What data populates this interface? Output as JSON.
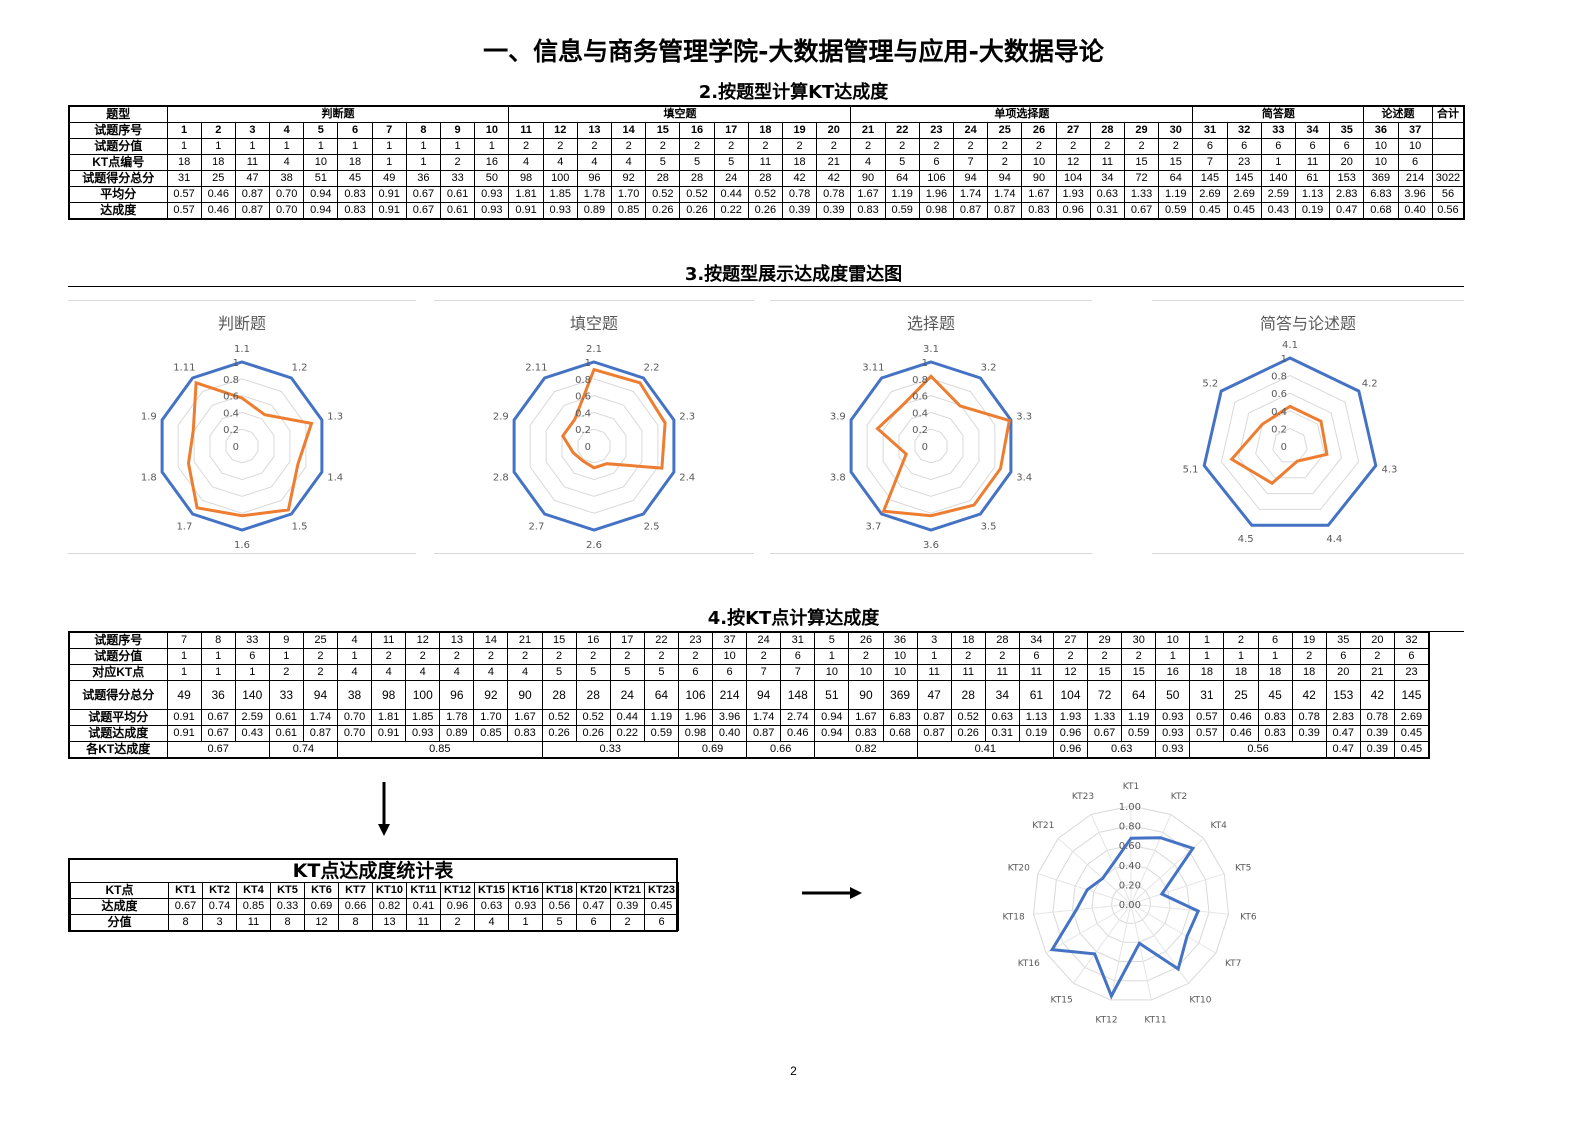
{
  "page": {
    "title": "一、信息与商务管理学院-大数据管理与应用-大数据导论",
    "page_number": "2"
  },
  "section2": {
    "title": "2.按题型计算KT达成度",
    "type_label": "题型",
    "types": [
      {
        "name": "判断题",
        "span": 10
      },
      {
        "name": "填空题",
        "span": 10
      },
      {
        "name": "单项选择题",
        "span": 10
      },
      {
        "name": "简答题",
        "span": 5
      },
      {
        "name": "论述题",
        "span": 2
      },
      {
        "name": "合计",
        "span": 1
      }
    ],
    "rows": [
      {
        "label": "试题序号",
        "bold": true,
        "values": [
          "1",
          "2",
          "3",
          "4",
          "5",
          "6",
          "7",
          "8",
          "9",
          "10",
          "11",
          "12",
          "13",
          "14",
          "15",
          "16",
          "17",
          "18",
          "19",
          "20",
          "21",
          "22",
          "23",
          "24",
          "25",
          "26",
          "27",
          "28",
          "29",
          "30",
          "31",
          "32",
          "33",
          "34",
          "35",
          "36",
          "37",
          ""
        ]
      },
      {
        "label": "试题分值",
        "values": [
          "1",
          "1",
          "1",
          "1",
          "1",
          "1",
          "1",
          "1",
          "1",
          "1",
          "2",
          "2",
          "2",
          "2",
          "2",
          "2",
          "2",
          "2",
          "2",
          "2",
          "2",
          "2",
          "2",
          "2",
          "2",
          "2",
          "2",
          "2",
          "2",
          "2",
          "6",
          "6",
          "6",
          "6",
          "6",
          "10",
          "10",
          ""
        ]
      },
      {
        "label": "KT点编号",
        "values": [
          "18",
          "18",
          "11",
          "4",
          "10",
          "18",
          "1",
          "1",
          "2",
          "16",
          "4",
          "4",
          "4",
          "4",
          "5",
          "5",
          "5",
          "11",
          "18",
          "21",
          "4",
          "5",
          "6",
          "7",
          "2",
          "10",
          "12",
          "11",
          "15",
          "15",
          "7",
          "23",
          "1",
          "11",
          "20",
          "10",
          "6",
          ""
        ]
      },
      {
        "label": "试题得分总分",
        "values": [
          "31",
          "25",
          "47",
          "38",
          "51",
          "45",
          "49",
          "36",
          "33",
          "50",
          "98",
          "100",
          "96",
          "92",
          "28",
          "28",
          "24",
          "28",
          "42",
          "42",
          "90",
          "64",
          "106",
          "94",
          "94",
          "90",
          "104",
          "34",
          "72",
          "64",
          "145",
          "145",
          "140",
          "61",
          "153",
          "369",
          "214",
          "3022"
        ]
      },
      {
        "label": "平均分",
        "values": [
          "0.57",
          "0.46",
          "0.87",
          "0.70",
          "0.94",
          "0.83",
          "0.91",
          "0.67",
          "0.61",
          "0.93",
          "1.81",
          "1.85",
          "1.78",
          "1.70",
          "0.52",
          "0.52",
          "0.44",
          "0.52",
          "0.78",
          "0.78",
          "1.67",
          "1.19",
          "1.96",
          "1.74",
          "1.74",
          "1.67",
          "1.93",
          "0.63",
          "1.33",
          "1.19",
          "2.69",
          "2.69",
          "2.59",
          "1.13",
          "2.83",
          "6.83",
          "3.96",
          "56"
        ]
      },
      {
        "label": "达成度",
        "values": [
          "0.57",
          "0.46",
          "0.87",
          "0.70",
          "0.94",
          "0.83",
          "0.91",
          "0.67",
          "0.61",
          "0.93",
          "0.91",
          "0.93",
          "0.89",
          "0.85",
          "0.26",
          "0.26",
          "0.22",
          "0.26",
          "0.39",
          "0.39",
          "0.83",
          "0.59",
          "0.98",
          "0.87",
          "0.87",
          "0.83",
          "0.96",
          "0.31",
          "0.67",
          "0.59",
          "0.45",
          "0.45",
          "0.43",
          "0.19",
          "0.47",
          "0.68",
          "0.40",
          "0.56"
        ]
      }
    ]
  },
  "section3": {
    "title": "3.按题型展示达成度雷达图",
    "scale_labels": [
      "1",
      "0.8",
      "0.6",
      "0.4",
      "0.2",
      "0"
    ],
    "charts": [
      {
        "title": "判断题",
        "labels": [
          "1.1",
          "1.2",
          "1.3",
          "1.4",
          "1.5",
          "1.6",
          "1.7",
          "1.8",
          "1.9",
          "1.11"
        ],
        "values": [
          0.57,
          0.46,
          0.87,
          0.7,
          0.94,
          0.83,
          0.91,
          0.67,
          0.61,
          0.93
        ]
      },
      {
        "title": "填空题",
        "labels": [
          "2.1",
          "2.2",
          "2.3",
          "2.4",
          "2.5",
          "2.6",
          "2.7",
          "2.8",
          "2.9",
          "2.11"
        ],
        "values": [
          0.91,
          0.93,
          0.89,
          0.85,
          0.26,
          0.26,
          0.22,
          0.26,
          0.39,
          0.39
        ]
      },
      {
        "title": "选择题",
        "labels": [
          "3.1",
          "3.2",
          "3.3",
          "3.4",
          "3.5",
          "3.6",
          "3.7",
          "3.8",
          "3.9",
          "3.11"
        ],
        "values": [
          0.83,
          0.59,
          0.98,
          0.87,
          0.87,
          0.83,
          0.96,
          0.31,
          0.67,
          0.59
        ]
      },
      {
        "title": "简答与论述题",
        "labels": [
          "4.1",
          "4.2",
          "4.3",
          "4.4",
          "4.5",
          "5.1",
          "5.2"
        ],
        "values": [
          0.45,
          0.45,
          0.43,
          0.19,
          0.47,
          0.68,
          0.4
        ]
      }
    ],
    "colors": {
      "outer": "#4472C4",
      "series": "#ED7D31",
      "grid": "#D9D9D9"
    }
  },
  "section4": {
    "title": "4.按KT点计算达成度",
    "rows": [
      {
        "label": "试题序号",
        "values": [
          "7",
          "8",
          "33",
          "9",
          "25",
          "4",
          "11",
          "12",
          "13",
          "14",
          "21",
          "15",
          "16",
          "17",
          "22",
          "23",
          "37",
          "24",
          "31",
          "5",
          "26",
          "36",
          "3",
          "18",
          "28",
          "34",
          "27",
          "29",
          "30",
          "10",
          "1",
          "2",
          "6",
          "19",
          "35",
          "20",
          "32"
        ]
      },
      {
        "label": "试题分值",
        "values": [
          "1",
          "1",
          "6",
          "1",
          "2",
          "1",
          "2",
          "2",
          "2",
          "2",
          "2",
          "2",
          "2",
          "2",
          "2",
          "2",
          "10",
          "2",
          "6",
          "1",
          "2",
          "10",
          "1",
          "2",
          "2",
          "6",
          "2",
          "2",
          "2",
          "1",
          "1",
          "1",
          "1",
          "2",
          "6",
          "2",
          "6"
        ]
      },
      {
        "label": "对应KT点",
        "values": [
          "1",
          "1",
          "1",
          "2",
          "2",
          "4",
          "4",
          "4",
          "4",
          "4",
          "4",
          "5",
          "5",
          "5",
          "5",
          "6",
          "6",
          "7",
          "7",
          "10",
          "10",
          "10",
          "11",
          "11",
          "11",
          "11",
          "12",
          "15",
          "15",
          "16",
          "18",
          "18",
          "18",
          "18",
          "20",
          "21",
          "23"
        ]
      },
      {
        "label": "试题得分总分",
        "values": [
          "49",
          "36",
          "140",
          "33",
          "94",
          "38",
          "98",
          "100",
          "96",
          "92",
          "90",
          "28",
          "28",
          "24",
          "64",
          "106",
          "214",
          "94",
          "148",
          "51",
          "90",
          "369",
          "47",
          "28",
          "34",
          "61",
          "104",
          "72",
          "64",
          "50",
          "31",
          "25",
          "45",
          "42",
          "153",
          "42",
          "145"
        ]
      },
      {
        "label": "试题平均分",
        "values": [
          "0.91",
          "0.67",
          "2.59",
          "0.61",
          "1.74",
          "0.70",
          "1.81",
          "1.85",
          "1.78",
          "1.70",
          "1.67",
          "0.52",
          "0.52",
          "0.44",
          "1.19",
          "1.96",
          "3.96",
          "1.74",
          "2.74",
          "0.94",
          "1.67",
          "6.83",
          "0.87",
          "0.52",
          "0.63",
          "1.13",
          "1.93",
          "1.33",
          "1.19",
          "0.93",
          "0.57",
          "0.46",
          "0.83",
          "0.78",
          "2.83",
          "0.78",
          "2.69"
        ]
      },
      {
        "label": "试题达成度",
        "values": [
          "0.91",
          "0.67",
          "0.43",
          "0.61",
          "0.87",
          "0.70",
          "0.91",
          "0.93",
          "0.89",
          "0.85",
          "0.83",
          "0.26",
          "0.26",
          "0.22",
          "0.59",
          "0.98",
          "0.40",
          "0.87",
          "0.46",
          "0.94",
          "0.83",
          "0.68",
          "0.87",
          "0.26",
          "0.31",
          "0.19",
          "0.96",
          "0.67",
          "0.59",
          "0.93",
          "0.57",
          "0.46",
          "0.83",
          "0.39",
          "0.47",
          "0.39",
          "0.45"
        ]
      }
    ],
    "kt_row": {
      "label": "各KT达成度",
      "cells": [
        {
          "value": "0.67",
          "span": 3
        },
        {
          "value": "0.74",
          "span": 2
        },
        {
          "value": "0.85",
          "span": 6
        },
        {
          "value": "0.33",
          "span": 4
        },
        {
          "value": "0.69",
          "span": 2
        },
        {
          "value": "0.66",
          "span": 2
        },
        {
          "value": "0.82",
          "span": 3
        },
        {
          "value": "0.41",
          "span": 4
        },
        {
          "value": "0.96",
          "span": 1
        },
        {
          "value": "0.63",
          "span": 2
        },
        {
          "value": "0.93",
          "span": 1
        },
        {
          "value": "0.56",
          "span": 4
        },
        {
          "value": "0.47",
          "span": 1
        },
        {
          "value": "0.39",
          "span": 1
        },
        {
          "value": "0.45",
          "span": 1
        }
      ]
    }
  },
  "kt_table": {
    "title": "KT点达成度统计表",
    "header_label": "KT点",
    "headers": [
      "KT1",
      "KT2",
      "KT4",
      "KT5",
      "KT6",
      "KT7",
      "KT10",
      "KT11",
      "KT12",
      "KT15",
      "KT16",
      "KT18",
      "KT20",
      "KT21",
      "KT23"
    ],
    "rows": [
      {
        "label": "达成度",
        "values": [
          "0.67",
          "0.74",
          "0.85",
          "0.33",
          "0.69",
          "0.66",
          "0.82",
          "0.41",
          "0.96",
          "0.63",
          "0.93",
          "0.56",
          "0.47",
          "0.39",
          "0.45"
        ]
      },
      {
        "label": "分值",
        "values": [
          "8",
          "3",
          "11",
          "8",
          "12",
          "8",
          "13",
          "11",
          "2",
          "4",
          "1",
          "5",
          "6",
          "2",
          "6"
        ]
      }
    ]
  },
  "chart_data": {
    "type": "radar",
    "categories": [
      "KT1",
      "KT2",
      "KT4",
      "KT5",
      "KT6",
      "KT7",
      "KT10",
      "KT11",
      "KT12",
      "KT15",
      "KT16",
      "KT18",
      "KT20",
      "KT21",
      "KT23"
    ],
    "values": [
      0.67,
      0.74,
      0.85,
      0.33,
      0.69,
      0.66,
      0.82,
      0.41,
      0.96,
      0.63,
      0.93,
      0.56,
      0.47,
      0.39,
      0.45
    ],
    "scale_labels": [
      "1.00",
      "0.80",
      "0.60",
      "0.40",
      "0.20",
      "0.00"
    ],
    "ylim": [
      0,
      1
    ],
    "color": "#4472C4"
  }
}
